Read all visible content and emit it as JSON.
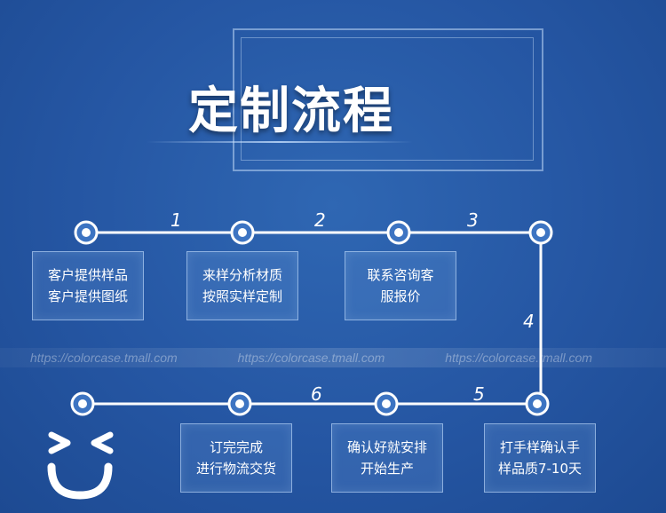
{
  "title": "定制流程",
  "watermark": [
    "https://colorcase.tmall.com",
    "https://colorcase.tmall.com",
    "https://colorcase.tmall.com"
  ],
  "step_numbers": [
    "1",
    "2",
    "3",
    "4",
    "5",
    "6"
  ],
  "steps": [
    {
      "line1": "客户提供样品",
      "line2": "客户提供图纸"
    },
    {
      "line1": "来样分析材质",
      "line2": "按照实样定制"
    },
    {
      "line1": "联系咨询客",
      "line2": "服报价"
    },
    {
      "line1": "打手样确认手",
      "line2": "样品质7-10天"
    },
    {
      "line1": "确认好就安排",
      "line2": "开始生产"
    },
    {
      "line1": "订完完成",
      "line2": "进行物流交货"
    }
  ],
  "colors": {
    "background": "#2556a3",
    "line": "#ffffff",
    "node_fill": "#3d74c2"
  },
  "icons": {
    "smiley": "smiley-face-icon",
    "node": "circle-node-icon"
  }
}
